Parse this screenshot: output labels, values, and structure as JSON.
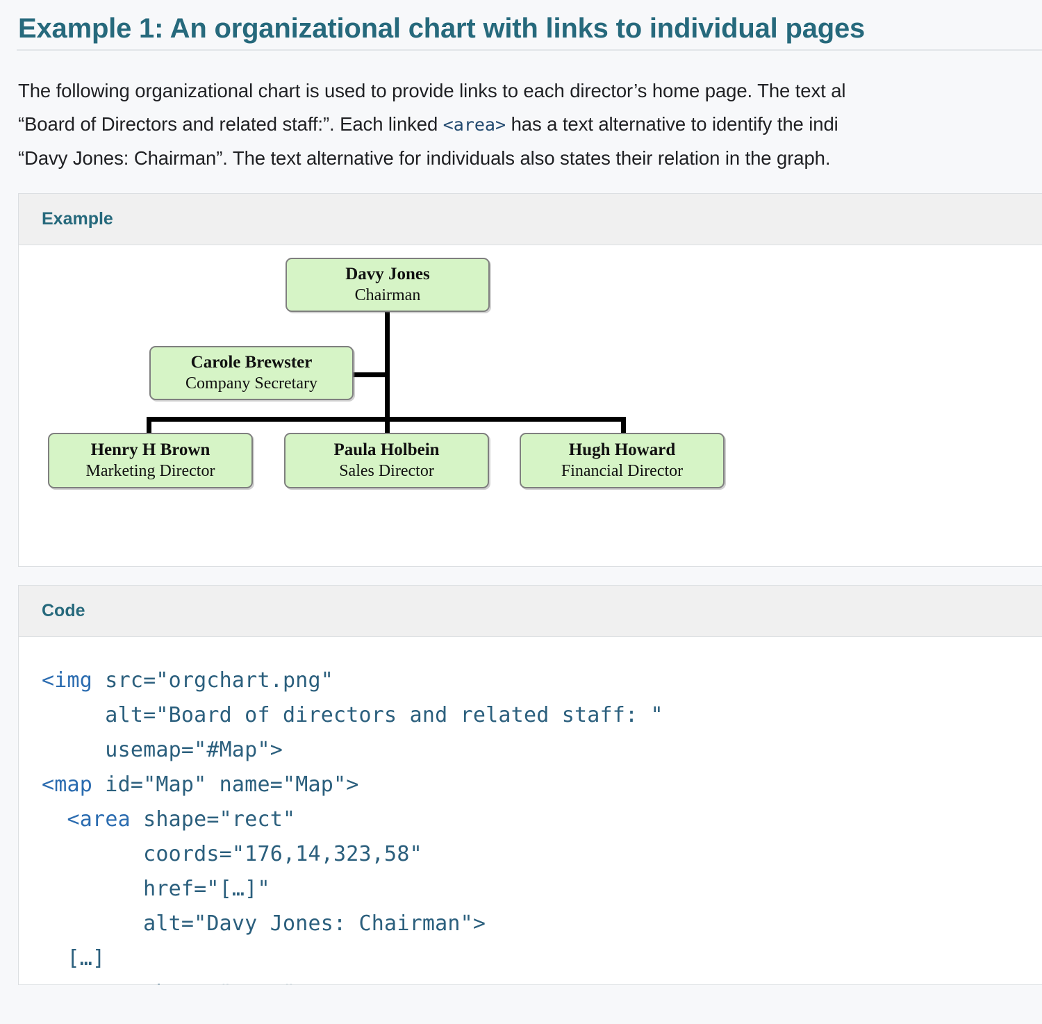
{
  "heading": {
    "title": "Example 1: An organizational chart with links to individual pages"
  },
  "intro": {
    "line1_a": "The following organizational chart is used to provide links to each director’s home page. The text al",
    "line2_a": "“Board of Directors and related staff:”. Each linked ",
    "line2_code": "<area>",
    "line2_b": " has a text alternative to identify the indi",
    "line3": "“Davy Jones: Chairman”. The text alternative for individuals also states their relation in the graph."
  },
  "example_panel": {
    "header": "Example",
    "chart_data": {
      "type": "diagram",
      "title": "Board of directors and related staff",
      "nodes": [
        {
          "id": "chairman",
          "name": "Davy Jones",
          "title": "Chairman"
        },
        {
          "id": "secretary",
          "name": "Carole Brewster",
          "title": "Company Secretary"
        },
        {
          "id": "marketing",
          "name": "Henry H Brown",
          "title": "Marketing Director"
        },
        {
          "id": "sales",
          "name": "Paula Holbein",
          "title": "Sales Director"
        },
        {
          "id": "financial",
          "name": "Hugh Howard",
          "title": "Financial Director"
        }
      ],
      "edges": [
        {
          "from": "chairman",
          "to": "secretary"
        },
        {
          "from": "chairman",
          "to": "marketing"
        },
        {
          "from": "chairman",
          "to": "sales"
        },
        {
          "from": "chairman",
          "to": "financial"
        }
      ],
      "node_fill": "#d6f4c6",
      "node_border": "#7f7f7f",
      "edge_color": "#000000"
    }
  },
  "code_panel": {
    "header": "Code",
    "lines": [
      "<img src=\"orgchart.png\"",
      "     alt=\"Board of directors and related staff: \"",
      "     usemap=\"#Map\">",
      "<map id=\"Map\" name=\"Map\">",
      "  <area shape=\"rect\"",
      "        coords=\"176,14,323,58\"",
      "        href=\"[…]\"",
      "        alt=\"Davy Jones: Chairman\">",
      "  […]",
      "  <area shape=\"rect\""
    ]
  }
}
